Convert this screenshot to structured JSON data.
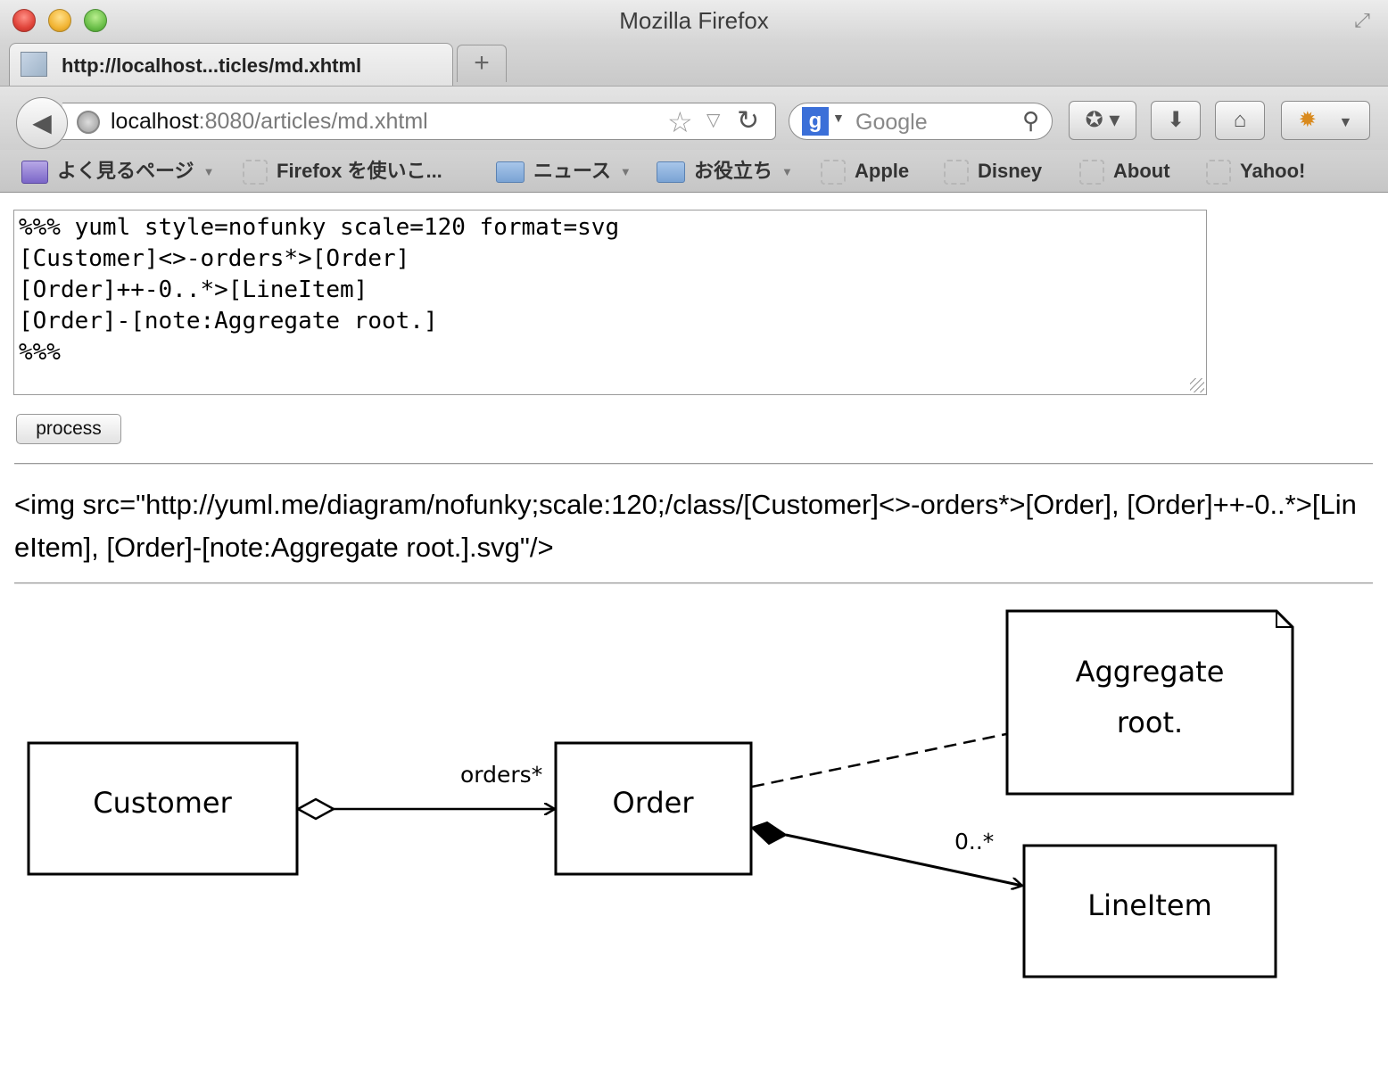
{
  "window": {
    "title": "Mozilla Firefox"
  },
  "tab": {
    "title": "http://localhost...ticles/md.xhtml",
    "new_tab_label": "+"
  },
  "navbar": {
    "url_host": "localhost",
    "url_rest": ":8080/articles/md.xhtml",
    "search_placeholder": "Google",
    "search_engine_letter": "g"
  },
  "bookmarks": [
    {
      "label": "よく見るページ",
      "type": "smart",
      "menu": true
    },
    {
      "label": "Firefox を使いこ...",
      "type": "page",
      "menu": false
    },
    {
      "label": "ニュース",
      "type": "folder",
      "menu": true
    },
    {
      "label": "お役立ち",
      "type": "folder",
      "menu": true
    },
    {
      "label": "Apple",
      "type": "page",
      "menu": false
    },
    {
      "label": "Disney",
      "type": "page",
      "menu": false
    },
    {
      "label": "About",
      "type": "page",
      "menu": false
    },
    {
      "label": "Yahoo!",
      "type": "page",
      "menu": false
    }
  ],
  "editor": {
    "content": "%%% yuml style=nofunky scale=120 format=svg\n[Customer]<>-orders*>[Order]\n[Order]++-0..*>[LineItem]\n[Order]-[note:Aggregate root.]\n%%%"
  },
  "process_button": {
    "label": "process"
  },
  "output": {
    "text": "<img src=\"http://yuml.me/diagram/nofunky;scale:120;/class/[Customer]<>-orders*>[Order], [Order]++-0..*>[LineItem], [Order]-[note:Aggregate root.].svg\"/>"
  },
  "diagram": {
    "classes": {
      "customer": "Customer",
      "order": "Order",
      "lineitem": "LineItem"
    },
    "note": {
      "line1": "Aggregate",
      "line2": "root."
    },
    "relations": {
      "customer_order_label": "orders*",
      "order_lineitem_label": "0..*"
    }
  }
}
